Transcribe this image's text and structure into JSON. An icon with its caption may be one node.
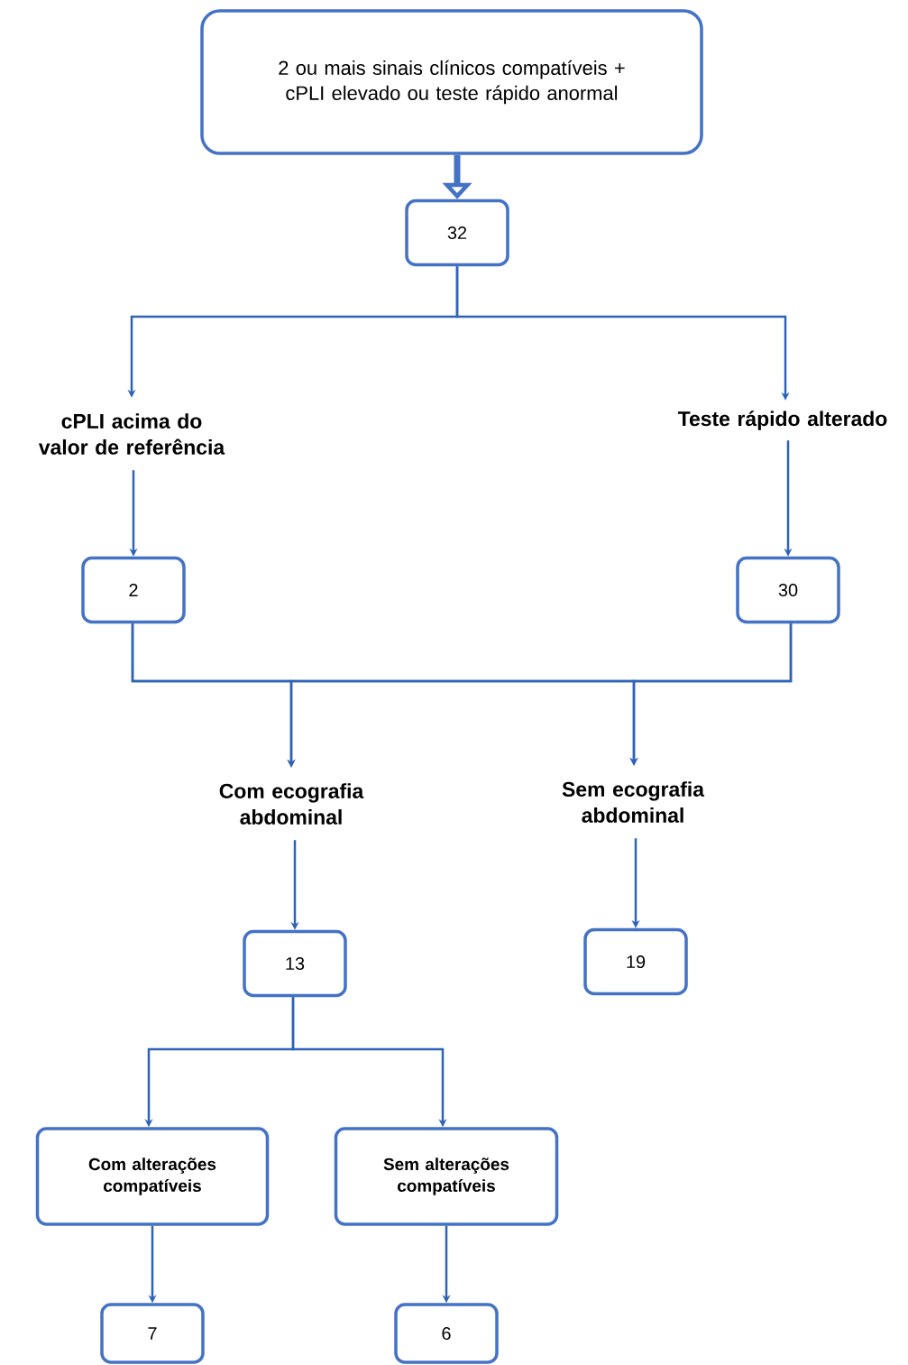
{
  "diagram": {
    "nodes": [
      {
        "text": [
          "2 ou mais sinais clínicos compatíveis + cPLI elevado ou teste rápido anormal"
        ]
      },
      {
        "text": [
          "32"
        ]
      },
      {
        "text": [
          "cPLI acima do valor de referência"
        ]
      },
      {
        "text": [
          "Teste rápido alterado"
        ]
      },
      {
        "text": [
          "2"
        ]
      },
      {
        "text": [
          "30"
        ]
      },
      {
        "text": [
          "Com ecografia abdominal"
        ]
      },
      {
        "text": [
          "Sem ecografia abdominal"
        ]
      },
      {
        "text": [
          "13"
        ]
      },
      {
        "text": [
          "19"
        ]
      },
      {
        "text": [
          "Com alterações compatíveis"
        ]
      },
      {
        "text": [
          "Sem alterações compatíveis"
        ]
      },
      {
        "text": [
          "7"
        ]
      },
      {
        "text": [
          "6"
        ]
      }
    ],
    "edges": [
      {
        "from": 0,
        "to": 1,
        "arrow": "to",
        "style": "thick"
      },
      {
        "from": 1,
        "to": 2,
        "arrow": "to"
      },
      {
        "from": 1,
        "to": 3,
        "arrow": "to"
      },
      {
        "from": 2,
        "to": 4,
        "arrow": "to"
      },
      {
        "from": 3,
        "to": 5,
        "arrow": "to"
      },
      {
        "from": 4,
        "to": 6,
        "arrow": "to"
      },
      {
        "from": 4,
        "to": 7,
        "arrow": "to"
      },
      {
        "from": 5,
        "to": 6,
        "arrow": "to"
      },
      {
        "from": 5,
        "to": 7,
        "arrow": "to"
      },
      {
        "from": 6,
        "to": 8,
        "arrow": "to"
      },
      {
        "from": 7,
        "to": 9,
        "arrow": "to"
      },
      {
        "from": 8,
        "to": 10,
        "arrow": "to"
      },
      {
        "from": 8,
        "to": 11,
        "arrow": "to"
      },
      {
        "from": 10,
        "to": 12,
        "arrow": "to"
      },
      {
        "from": 11,
        "to": 13,
        "arrow": "to"
      }
    ]
  }
}
